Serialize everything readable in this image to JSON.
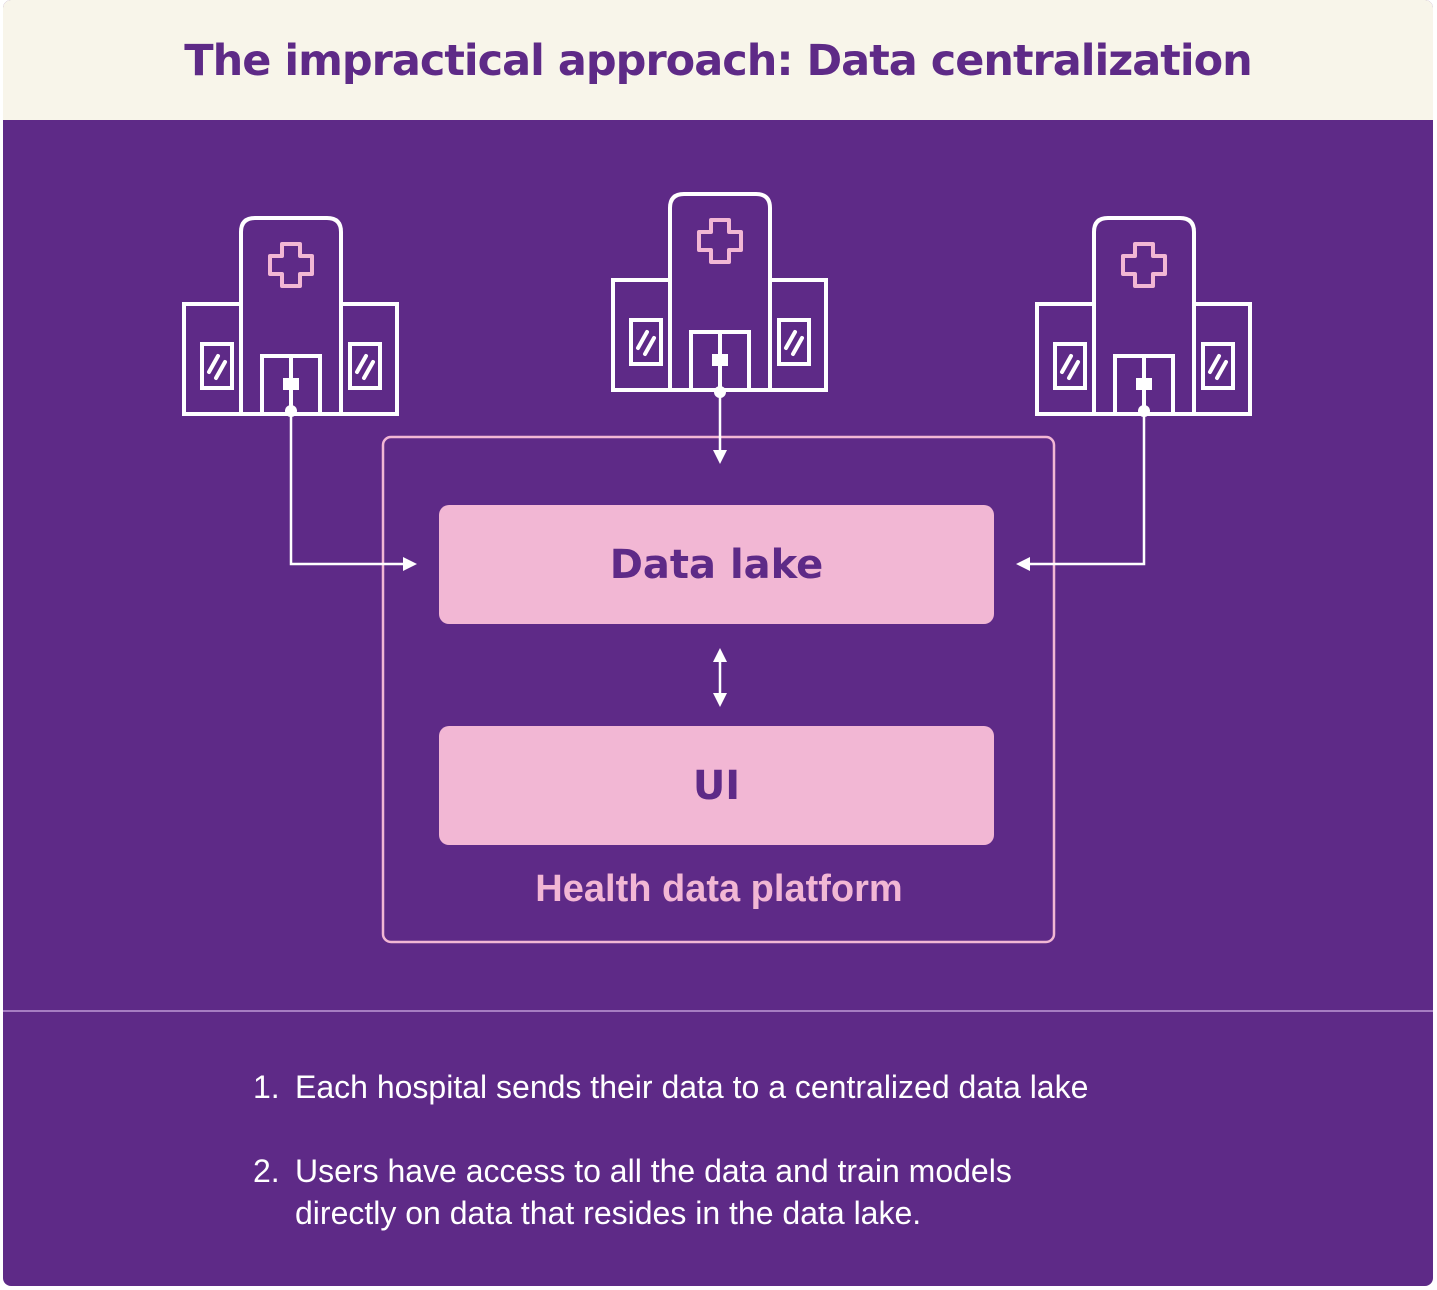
{
  "title": "The impractical approach: Data centralization",
  "diagram": {
    "data_lake_label": "Data lake",
    "ui_label": "UI",
    "platform_label": "Health data platform",
    "hospitals": [
      {
        "name": "hospital-left"
      },
      {
        "name": "hospital-center"
      },
      {
        "name": "hospital-right"
      }
    ]
  },
  "steps": [
    {
      "number": "1.",
      "text": "Each hospital sends their data to a centralized data lake"
    },
    {
      "number": "2.",
      "text": "Users have access to all the data and train models directly on data that resides in the data lake."
    }
  ],
  "colors": {
    "background": "#5e2a87",
    "header_bg": "#f8f5ea",
    "accent_pink": "#f2b7d4",
    "line_white": "#ffffff"
  }
}
